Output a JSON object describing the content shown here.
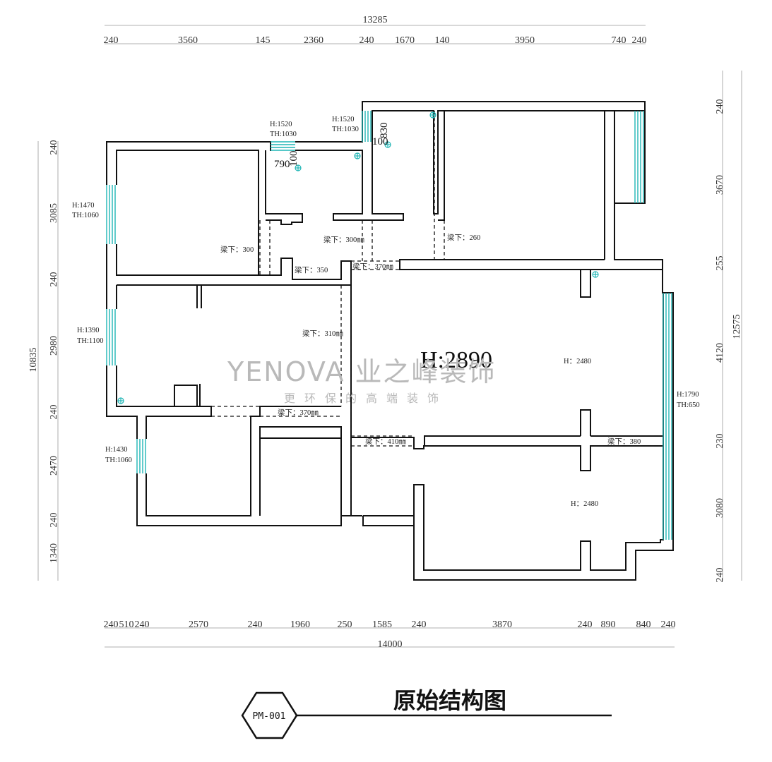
{
  "top_dims": {
    "total": "13285",
    "segments": [
      "240",
      "3560",
      "145",
      "2360",
      "240",
      "1670",
      "140",
      "3950",
      "740",
      "240"
    ]
  },
  "bottom_dims": {
    "total": "14000",
    "segments": [
      "240",
      "510",
      "240",
      "2570",
      "240",
      "1960",
      "250",
      "1585",
      "240",
      "3870",
      "240",
      "890",
      "840",
      "240"
    ]
  },
  "left_dims": {
    "total": "10835",
    "segments": [
      "240",
      "3085",
      "240",
      "2980",
      "240",
      "2470",
      "240",
      "1340"
    ]
  },
  "right_dims": {
    "total": "12575",
    "segments": [
      "240",
      "3670",
      "255",
      "4120",
      "230",
      "3080",
      "240"
    ]
  },
  "window_labels": {
    "w1_h": "H:1520",
    "w1_th": "TH:1030",
    "w2_h": "H:1520",
    "w2_th": "TH:1030",
    "w3_h": "H:1470",
    "w3_th": "TH:1060",
    "w4_h": "H:1390",
    "w4_th": "TH:1100",
    "w5_h": "H:1430",
    "w5_th": "TH:1060",
    "w6_h": "H:1790",
    "w6_th": "TH:650"
  },
  "beam_labels": {
    "b1": "梁下：300",
    "b2": "梁下：300㎜",
    "b3": "梁下：260",
    "b4": "梁下：350",
    "b5": "梁下：370㎜",
    "b6": "梁下：310㎜",
    "b7": "梁下：370㎜",
    "b8": "梁下：410㎜",
    "b9": "梁下：380"
  },
  "small_dims": {
    "d790": "790",
    "d100a": "100",
    "d830": "830",
    "d100b": "100"
  },
  "heights": {
    "main": "H:2890",
    "room_a": "H：2480",
    "room_b": "H：2480"
  },
  "watermark": {
    "brand": "YENOVA 业之峰装饰",
    "slogan": "更环保的高端装饰"
  },
  "title_block": {
    "code": "PM-001",
    "title": "原始结构图"
  },
  "colors": {
    "wall": "#111111",
    "window": "#1fb5b5",
    "dim": "#888888"
  }
}
